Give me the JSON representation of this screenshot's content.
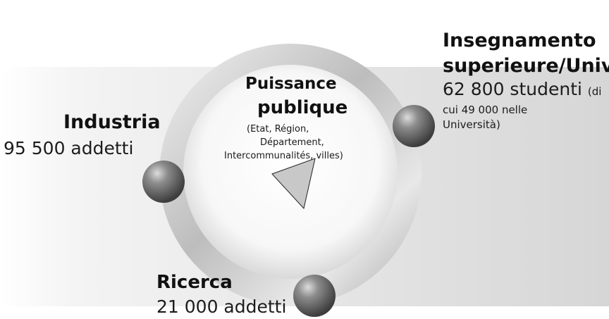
{
  "center": {
    "title_line1": "Puissance",
    "title_line2": "publique",
    "sub_line1": "(Etat, Région,",
    "sub_line2": "Département,",
    "sub_line3": "Intercommunalités, villes)"
  },
  "nodes": {
    "industria": {
      "title": "Industria",
      "value": "95 500 addetti"
    },
    "ricerca": {
      "title": "Ricerca",
      "value": "21 000 addetti"
    },
    "universita": {
      "title_line1": "Insegnamento",
      "title_line2": "superieure/Univ",
      "value": "62 800 studenti",
      "value_note": "(di",
      "note_line1": "cui 49 000 nelle",
      "note_line2": "Università)"
    }
  },
  "colors": {
    "background": "#ffffff",
    "band": "#e6e6e6",
    "ring": "#cfcfcf",
    "sphere": "#7a7a7a",
    "triangle": "#c8c8c8",
    "text": "#1a1a1a"
  }
}
